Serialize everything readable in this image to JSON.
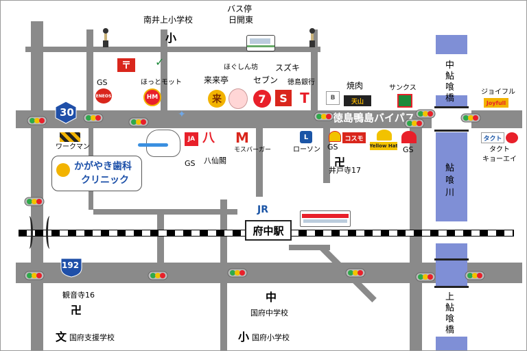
{
  "labels": {
    "minami_ikami": "南井上小学校",
    "bus_stop_top": "バス停",
    "bus_stop_bottom": "日開東",
    "sho_mark": "小",
    "naka_mark": "中",
    "bun_mark": "文",
    "gs": "GS",
    "hottomotto": "ほっとモット",
    "raikuritei": "来来亭",
    "hogushinbo": "ほぐしん坊",
    "seven": "セブン",
    "suzuki": "スズキ",
    "tokushima_bank": "徳島銀行",
    "yakiniku": "焼肉",
    "sunkus": "サンクス",
    "joyful": "ジョイフル",
    "naka_ayuba_1": "中",
    "naka_ayuba_2": "鮎",
    "naka_ayuba_3": "喰",
    "naka_ayuba_4": "橋",
    "bypass": "徳島鴨島バイパス",
    "workman": "ワークマン",
    "hachisenkaku": "八仙閣",
    "mos": "モスバーガー",
    "lawson": "ローソン",
    "idoji": "井戸寺17",
    "taku": "タクト",
    "taku_sub": "キョーエイ",
    "ayukui_river": "鮎喰川",
    "clinic_line1": "かがやき歯科",
    "clinic_line2": "クリニック",
    "jr": "JR",
    "fuchu_station": "府中駅",
    "route_30": "30",
    "route_192": "192",
    "kannonji": "観音寺16",
    "kofu_junior": "国府中学校",
    "kofu_elementary": "国府小学校",
    "kofu_support": "国府支援学校",
    "kami_ayuba_1": "上",
    "kami_ayuba_2": "鮎",
    "kami_ayuba_3": "喰",
    "kami_ayuba_4": "橋"
  },
  "logos": {
    "eneos": "ENEOS",
    "hm": "HM",
    "ja": "JA",
    "hachi": "八",
    "cosmo": "コスモ",
    "yellowhat": "Yellow Hat",
    "tenzan": "天山",
    "joyfull": "Joyfull",
    "taku": "タクト",
    "b": "B"
  },
  "colors": {
    "road": "#8a8a8a",
    "river": "#7f8fd6",
    "route_shield": "#1f4fa8",
    "eneos": "#d9261c",
    "suzuki": "#d9261c",
    "tokushima_bank": "#e8202a",
    "seven": "#e8202a",
    "mos": "#d9261c",
    "lawson": "#1b55a6"
  }
}
